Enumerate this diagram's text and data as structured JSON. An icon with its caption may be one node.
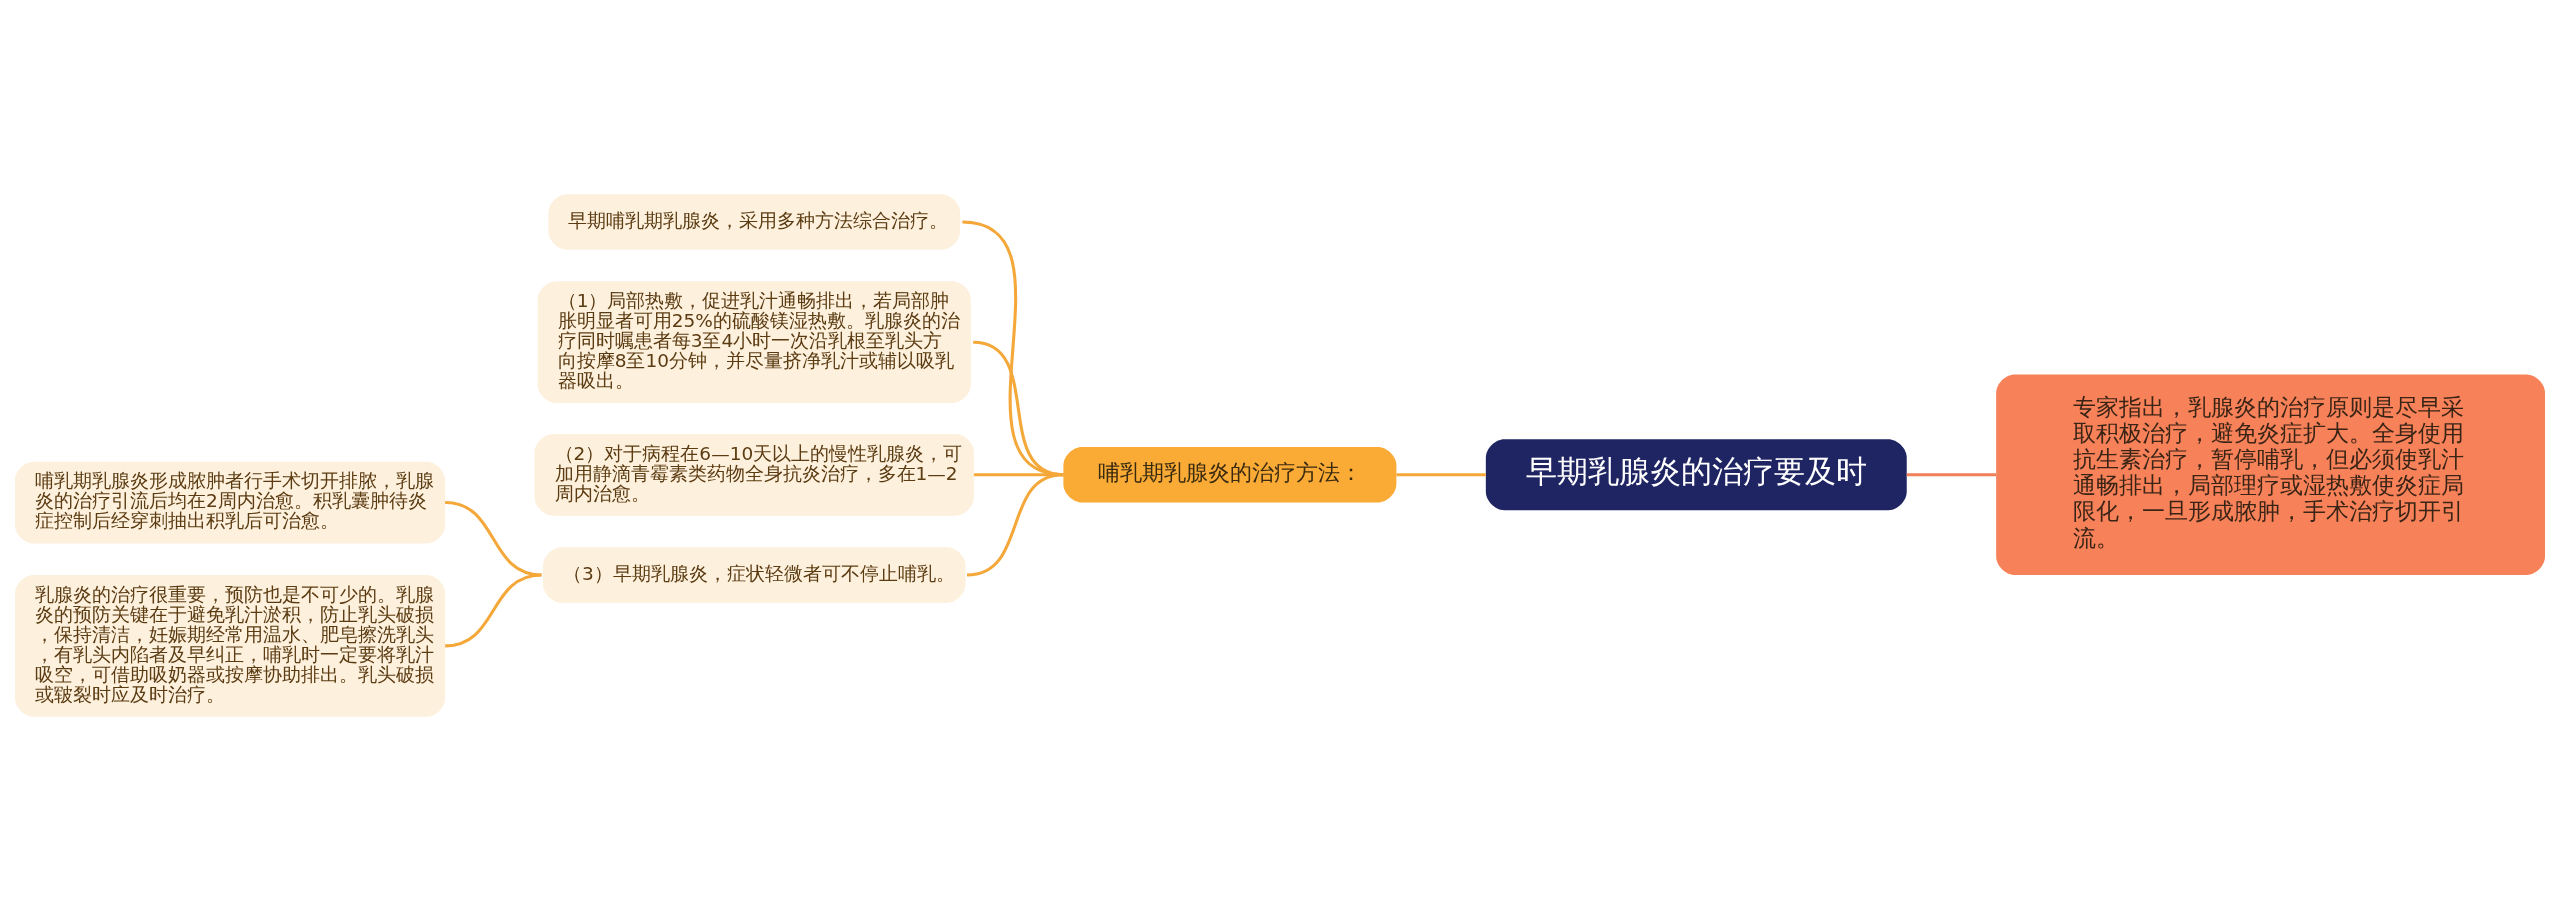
{
  "diagram": {
    "nodes": [
      {
        "text": [
          "早期乳腺炎的治疗要及时"
        ]
      },
      {
        "text": [
          "专家指出，乳腺炎的治疗原则是尽早采取积极治疗，避免炎症扩大。全身使用抗生素治疗，暂停哺乳，但必须使乳汁通畅排出，局部理疗或湿热敷使炎症局限化，一旦形成脓肿，手术治疗切开引流。"
        ]
      },
      {
        "text": [
          "哺乳期乳腺炎的治疗方法："
        ]
      },
      {
        "text": [
          "早期哺乳期乳腺炎，采用多种方法综合治疗。"
        ]
      },
      {
        "text": [
          "（1）局部热敷，促进乳汁通畅排出，若局部肿胀明显者可用25%的硫酸镁湿热敷。乳腺炎的治疗同时嘱患者每3至4小时一次沿乳根至乳头方向按摩8至10分钟，并尽量挤净乳汁或辅以吸乳器吸出。"
        ]
      },
      {
        "text": [
          "（2）对于病程在6—10天以上的慢性乳腺炎，可加用静滴青霉素类药物全身抗炎治疗，多在1—2周内治愈。"
        ]
      },
      {
        "text": [
          "（3）早期乳腺炎，症状轻微者可不停止哺乳。"
        ]
      },
      {
        "text": [
          "哺乳期乳腺炎形成脓肿者行手术切开排脓，乳腺炎的治疗引流后均在2周内治愈。积乳囊肿待炎症控制后经穿刺抽出积乳后可治愈。"
        ]
      },
      {
        "text": [
          "乳腺炎的治疗很重要，预防也是不可少的。乳腺炎的预防关键在于避免乳汁淤积，防止乳头破损，保持清洁，妊娠期经常用温水、肥皂擦洗乳头，有乳头内陷者及早纠正，哺乳时一定要将乳汁吸空，可借助吸奶器或按摩协助排出。乳头破损或皲裂时应及时治疗。"
        ]
      }
    ],
    "edges": [
      {
        "from": 0,
        "to": 1,
        "arrow": "none",
        "color": "#f37f57"
      },
      {
        "from": 0,
        "to": 2,
        "arrow": "none"
      },
      {
        "from": 2,
        "to": 3,
        "arrow": "none"
      },
      {
        "from": 2,
        "to": 4,
        "arrow": "none"
      },
      {
        "from": 2,
        "to": 5,
        "arrow": "none"
      },
      {
        "from": 2,
        "to": 6,
        "arrow": "none"
      },
      {
        "from": 6,
        "to": 7,
        "arrow": "none"
      },
      {
        "from": 6,
        "to": 8,
        "arrow": "none"
      }
    ]
  }
}
